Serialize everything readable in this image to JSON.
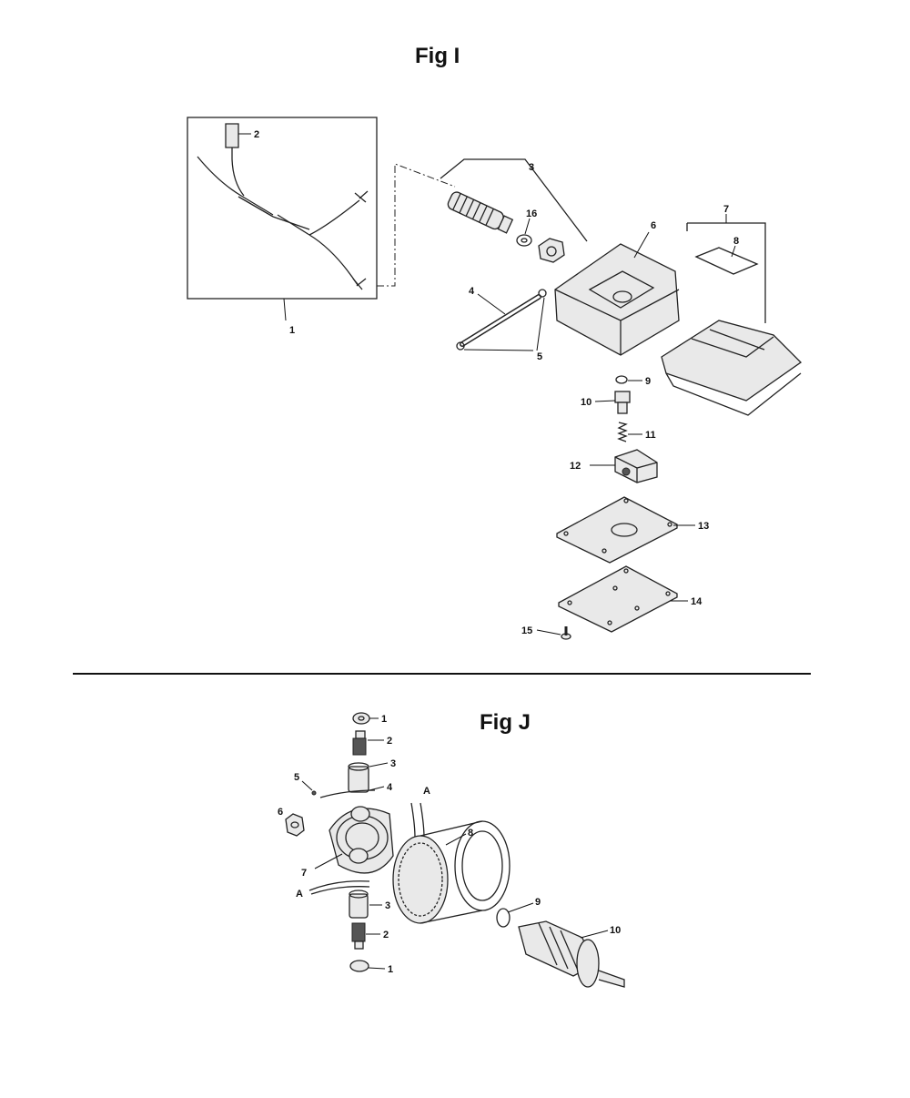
{
  "figures": {
    "fig_i": {
      "title": "Fig I",
      "callouts": [
        "1",
        "2",
        "3",
        "4",
        "5",
        "6",
        "7",
        "8",
        "9",
        "10",
        "11",
        "12",
        "13",
        "14",
        "15",
        "16"
      ]
    },
    "fig_j": {
      "title": "Fig J",
      "callouts": [
        "1",
        "2",
        "3",
        "4",
        "5",
        "6",
        "7",
        "8",
        "9",
        "10",
        "A",
        "3",
        "2",
        "1",
        "A"
      ]
    }
  }
}
